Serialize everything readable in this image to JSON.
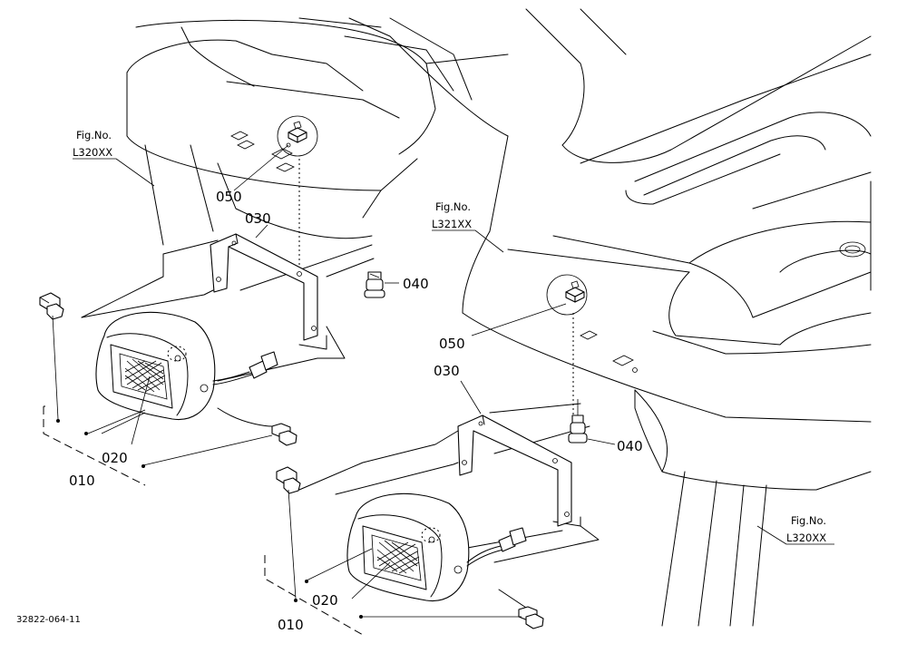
{
  "figure_refs": {
    "left_top": {
      "label": "Fig.No.",
      "code": "L320XX"
    },
    "center": {
      "label": "Fig.No.",
      "code": "L321XX"
    },
    "right_bottom": {
      "label": "Fig.No.",
      "code": "L320XX"
    }
  },
  "assembly_left": {
    "p050": "050",
    "p030": "030",
    "p040": "040",
    "p020": "020",
    "p010": "010"
  },
  "assembly_right": {
    "p050": "050",
    "p030": "030",
    "p040": "040",
    "p020": "020",
    "p010": "010"
  },
  "drawing_number": "32822-064-11"
}
